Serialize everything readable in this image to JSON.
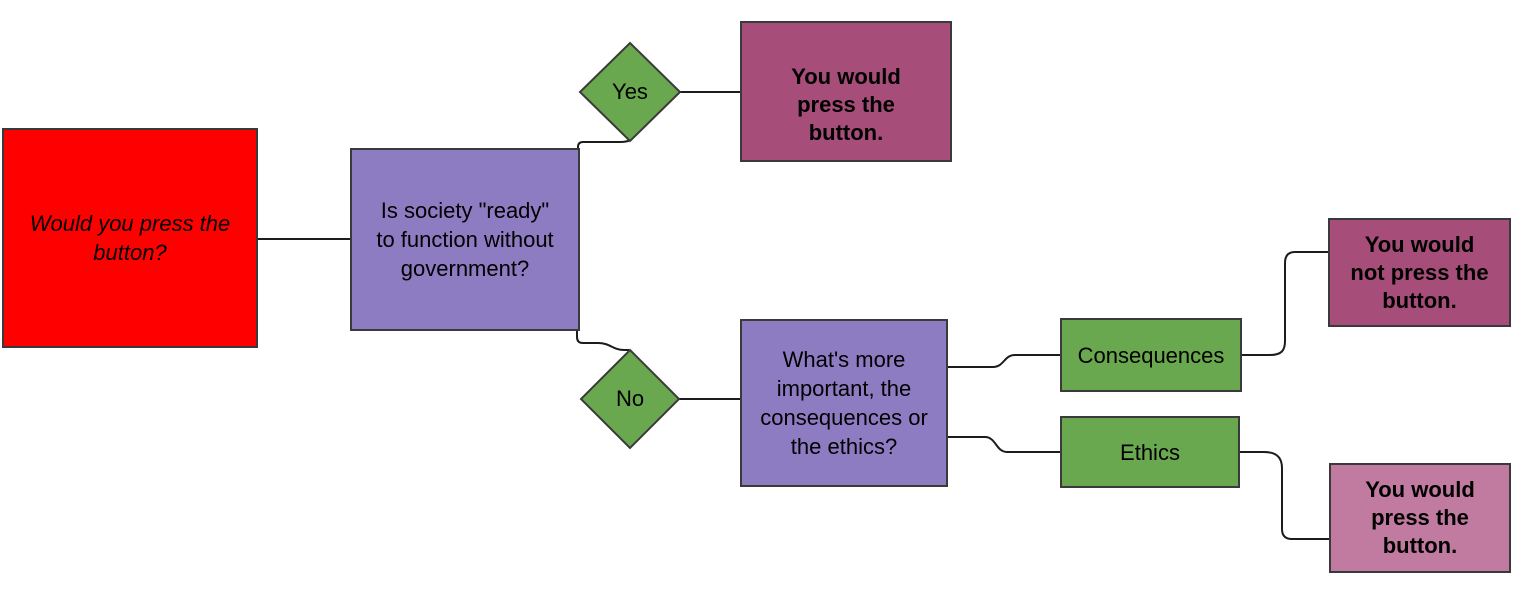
{
  "diagram": {
    "type": "flowchart",
    "background": "#ffffff",
    "line_color": "#1c1c1c",
    "node_border_color": "#3a3a3a",
    "nodes": {
      "start": {
        "label": "Would you press the\nbutton?",
        "fill": "#ff0000",
        "shape": "rectangle",
        "text_style": "italic"
      },
      "q_society": {
        "label": "Is society \"ready\"\nto function without\ngovernment?",
        "fill": "#8e7cc3",
        "shape": "rectangle"
      },
      "yes": {
        "label": "Yes",
        "fill": "#6aa84f",
        "shape": "diamond"
      },
      "outcome_press_yes": {
        "label": "You would\npress the\nbutton.",
        "fill": "#a64d79",
        "shape": "rectangle",
        "text_style": "bold"
      },
      "no": {
        "label": "No",
        "fill": "#6aa84f",
        "shape": "diamond"
      },
      "q_importance": {
        "label": "What's more\nimportant, the\nconsequences or\nthe ethics?",
        "fill": "#8e7cc3",
        "shape": "rectangle"
      },
      "consequences": {
        "label": "Consequences",
        "fill": "#6aa84f",
        "shape": "rectangle"
      },
      "ethics": {
        "label": "Ethics",
        "fill": "#6aa84f",
        "shape": "rectangle"
      },
      "outcome_not_press": {
        "label": "You would\nnot press the\nbutton.",
        "fill": "#a64d79",
        "shape": "rectangle",
        "text_style": "bold"
      },
      "outcome_press_ethics": {
        "label": "You would\npress the\nbutton.",
        "fill": "#c27ba0",
        "shape": "rectangle",
        "text_style": "bold"
      }
    },
    "edges": [
      {
        "from": "start",
        "to": "q_society"
      },
      {
        "from": "q_society",
        "to": "yes"
      },
      {
        "from": "yes",
        "to": "outcome_press_yes"
      },
      {
        "from": "q_society",
        "to": "no"
      },
      {
        "from": "no",
        "to": "q_importance"
      },
      {
        "from": "q_importance",
        "to": "consequences"
      },
      {
        "from": "q_importance",
        "to": "ethics"
      },
      {
        "from": "consequences",
        "to": "outcome_not_press"
      },
      {
        "from": "ethics",
        "to": "outcome_press_ethics"
      }
    ]
  }
}
